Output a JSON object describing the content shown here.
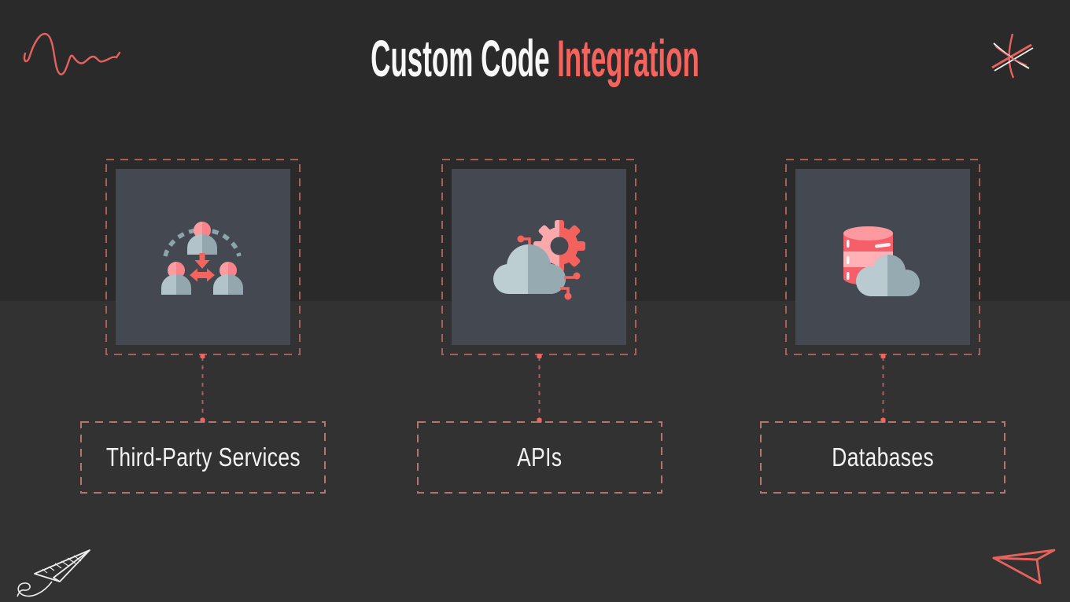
{
  "slide": {
    "title": {
      "primary": "Custom Code",
      "accent": "Integration"
    },
    "cards": [
      {
        "icon": "team-network-icon",
        "label": "Third-Party Services"
      },
      {
        "icon": "cloud-gear-circuit-icon",
        "label": "APIs"
      },
      {
        "icon": "database-cloud-icon",
        "label": "Databases"
      }
    ],
    "decorations": {
      "top_left": "scribble-wave",
      "top_right": "asterisk-sketch",
      "bottom_left": "paper-plane-white-sketch",
      "bottom_right": "paper-plane-red-sketch"
    },
    "colors": {
      "background_top": "#2b2a2b",
      "background_bottom": "#333233",
      "card_fill": "#434851",
      "dashed_line": "#a66058",
      "accent_red": "#f4645e",
      "accent_pink": "#ffa9ad",
      "icon_gray_light": "#bdced3",
      "icon_gray_dark": "#96aab1",
      "title_white": "#f7f7f7"
    }
  }
}
